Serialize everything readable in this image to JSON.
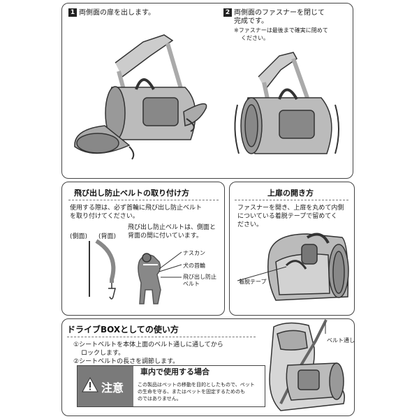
{
  "steps": [
    {
      "num": "1",
      "text": "両側面の扉を出します。"
    },
    {
      "num": "2",
      "text": "両側面のファスナーを閉じて",
      "text2": "完成です。",
      "note": "※ファスナーは最後まで確実に閉めて",
      "note2": "ください。"
    }
  ],
  "belt": {
    "title": "飛び出し防止ベルトの取り付け方",
    "body": [
      "使用する際は、必ず首輪に飛び出し防止ベルト",
      "を取り付けてください。"
    ],
    "label_side": "(側面)",
    "label_back": "(背面)",
    "desc": [
      "飛び出し防止ベルトは、側面と",
      "背面の間に付いています。"
    ],
    "label_snap": "ナスカン",
    "label_collar": "犬の首輪",
    "label_belt": [
      "飛び出し防止",
      "ベルト"
    ]
  },
  "upper_door": {
    "title": "上扉の開き方",
    "body": [
      "ファスナーを開き、上扉を丸めて内側",
      "についている着脱テープで留めてく",
      "ださい。"
    ],
    "label_tape": "着脱テープ"
  },
  "drive": {
    "title": "ドライブBOXとしての使い方",
    "items": [
      "①シートベルトを本体上面のベルト通しに通してから",
      "ロックします。",
      "②シートベルトの長さを調節します。"
    ],
    "label_pass": "ベルト通し"
  },
  "caution": {
    "word": "注意",
    "head": "車内で使用する場合",
    "body": [
      "この製品はペットの移動を目的としたもので、ペット",
      "の生命を守る、またはペットを固定するためのも",
      "のではありません。"
    ]
  }
}
